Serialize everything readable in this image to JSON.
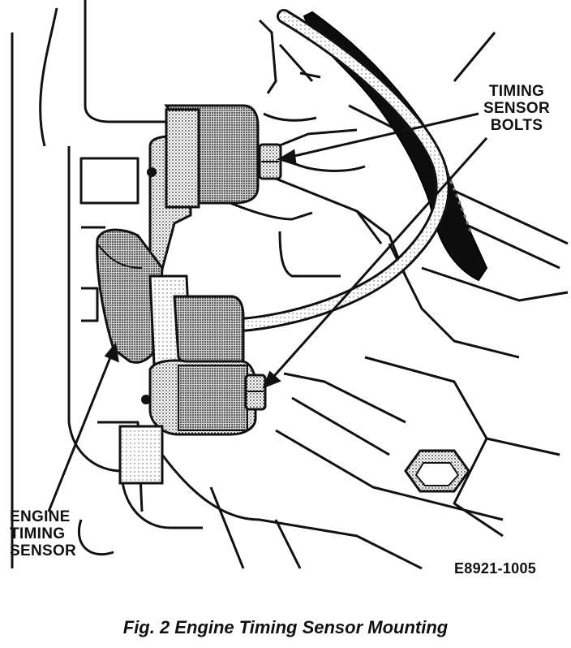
{
  "labels": {
    "timing_sensor_bolts": [
      "TIMING",
      "SENSOR",
      "BOLTS"
    ],
    "engine_timing_sensor": [
      "ENGINE",
      "TIMING",
      "SENSOR"
    ]
  },
  "figure_code": "E8921-1005",
  "caption": "Fig. 2 Engine Timing Sensor Mounting"
}
